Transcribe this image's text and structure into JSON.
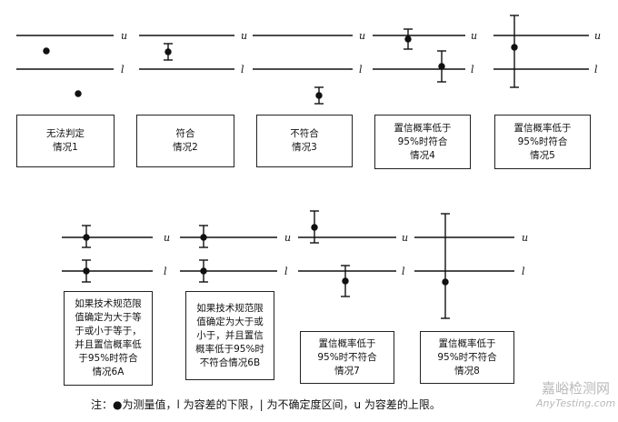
{
  "labels": {
    "upper": "u",
    "lower": "l"
  },
  "cases": [
    {
      "text": "无法判定\n情况1"
    },
    {
      "text": "符合\n情况2"
    },
    {
      "text": "不符合\n情况3"
    },
    {
      "text": "置信概率低于\n95%时符合\n情况4"
    },
    {
      "text": "置信概率低于\n95%时符合\n情况5"
    },
    {
      "text": "如果技术规范限\n值确定为大于等\n于或小于等于，\n并且置信概率低\n于95%时符合\n情况6A"
    },
    {
      "text": "如果技术规范限\n值确定为大于或\n小于，并且置信\n概率低于95%时\n不符合情况6B"
    },
    {
      "text": "置信概率低于\n95%时不符合\n情况7"
    },
    {
      "text": "置信概率低于\n95%时不符合\n情况8"
    }
  ],
  "note": "注：●为测量值，l 为容差的下限，| 为不确定度区间，u 为容差的上限。",
  "watermark": {
    "cn": "嘉峪检测网",
    "en": "AnyTesting.com"
  }
}
